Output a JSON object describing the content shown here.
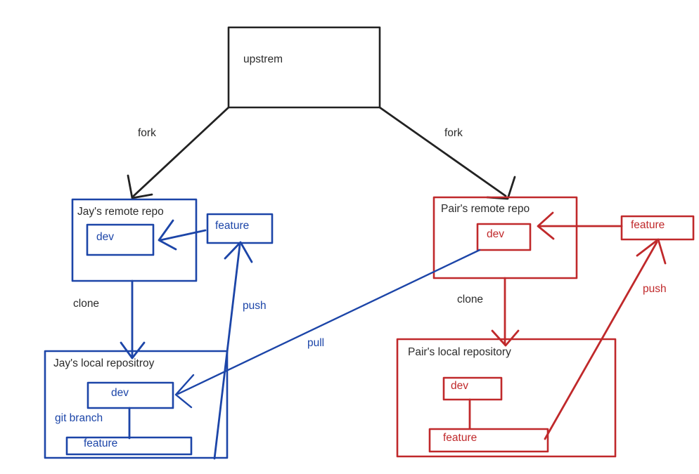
{
  "diagram": {
    "title_text": "upstrem",
    "nodes": {
      "upstream": {
        "label": "upstrem"
      },
      "jay_remote": {
        "title": "Jay's remote repo",
        "dev": "dev",
        "feature": "feature"
      },
      "jay_local": {
        "title": "Jay's local repositroy",
        "dev": "dev",
        "feature": "feature",
        "branch_label": "git branch"
      },
      "pair_remote": {
        "title": "Pair's remote repo",
        "dev": "dev",
        "feature": "feature"
      },
      "pair_local": {
        "title": "Pair's local repository",
        "dev": "dev",
        "feature": "feature"
      }
    },
    "edges": {
      "fork_left": "fork",
      "fork_right": "fork",
      "clone_left": "clone",
      "clone_right": "clone",
      "push_left": "push",
      "push_right": "push",
      "pull": "pull"
    },
    "colors": {
      "black": "#222222",
      "blue": "#1c45a8",
      "red": "#c0292b",
      "text_dark": "#2b2b2b",
      "background": "#ffffff"
    }
  }
}
